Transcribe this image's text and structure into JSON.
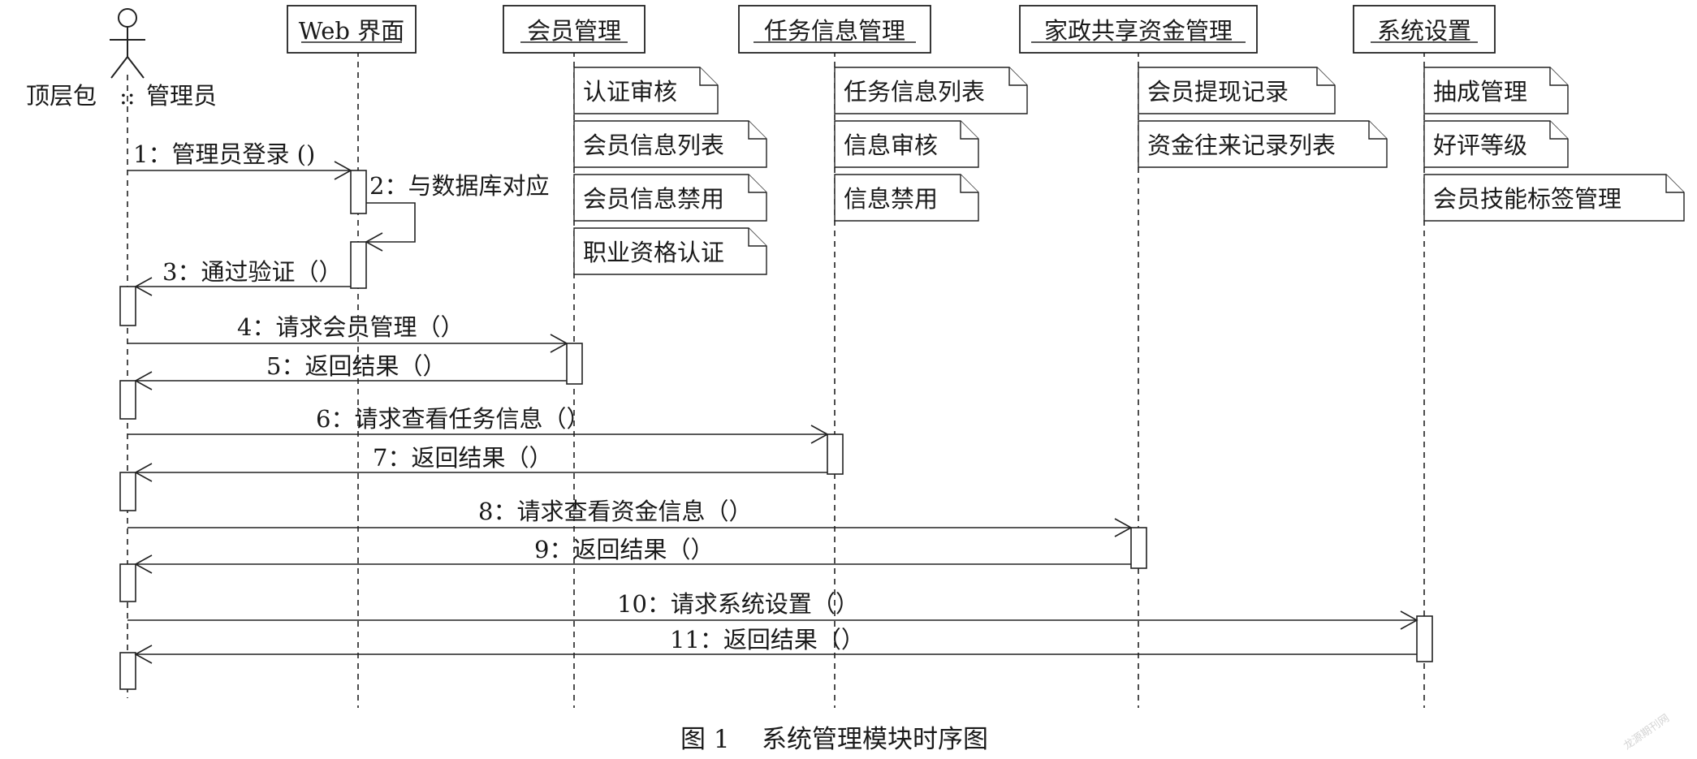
{
  "actor": {
    "name": "顶层包",
    "sep": "::",
    "role": "管理员"
  },
  "participants": [
    {
      "id": "web",
      "label": "Web 界面"
    },
    {
      "id": "member",
      "label": "会员管理"
    },
    {
      "id": "task",
      "label": "任务信息管理"
    },
    {
      "id": "fund",
      "label": "家政共享资金管理"
    },
    {
      "id": "sys",
      "label": "系统设置"
    }
  ],
  "notes": {
    "member": [
      "认证审核",
      "会员信息列表",
      "会员信息禁用",
      "职业资格认证"
    ],
    "task": [
      "任务信息列表",
      "信息审核",
      "信息禁用"
    ],
    "fund": [
      "会员提现记录",
      "资金往来记录列表"
    ],
    "sys": [
      "抽成管理",
      "好评等级",
      "会员技能标签管理"
    ]
  },
  "messages": [
    {
      "text": "1：管理员登录 ()",
      "from": "actor",
      "to": "web"
    },
    {
      "text": "2：与数据库对应",
      "from": "web",
      "to": "web",
      "self": true
    },
    {
      "text": "3：通过验证（）",
      "from": "web",
      "to": "actor"
    },
    {
      "text": "4：请求会员管理（）",
      "from": "actor",
      "to": "member"
    },
    {
      "text": "5：返回结果（）",
      "from": "member",
      "to": "actor"
    },
    {
      "text": "6：请求查看任务信息（）",
      "from": "actor",
      "to": "task"
    },
    {
      "text": "7：返回结果（）",
      "from": "task",
      "to": "actor"
    },
    {
      "text": "8：请求查看资金信息（）",
      "from": "actor",
      "to": "fund"
    },
    {
      "text": "9：返回结果（）",
      "from": "fund",
      "to": "actor"
    },
    {
      "text": "10：请求系统设置（）",
      "from": "actor",
      "to": "sys"
    },
    {
      "text": "11：返回结果（）",
      "from": "sys",
      "to": "actor"
    }
  ],
  "caption": {
    "figure": "图 1",
    "title": "系统管理模块时序图"
  },
  "watermark": "龙源期刊网"
}
